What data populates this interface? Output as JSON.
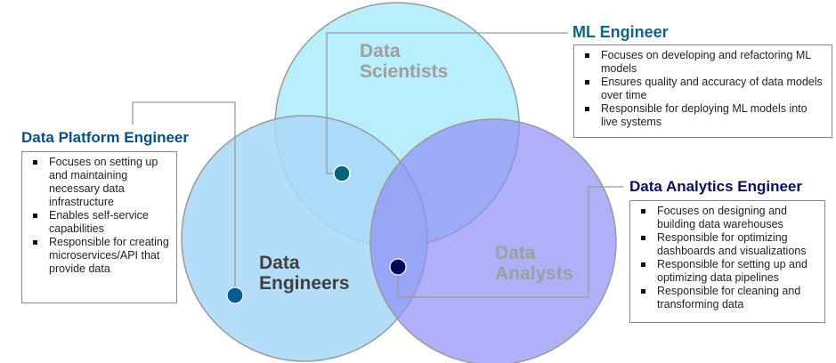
{
  "colors": {
    "data_scientists_fill": "#b9eefc",
    "data_engineers_fill": "#a8d8f8",
    "data_analysts_fill": "#a6a6f8",
    "circle_stroke": "#9a9a9a",
    "ml_title": "#0e6580",
    "dpe_title": "#0a4f85",
    "dae_title": "#0b0f5e",
    "dot_ml": "#056276",
    "dot_dpe": "#0a5a96",
    "dot_dae": "#050654",
    "label_grey": "#9e9e9e",
    "label_dark": "#404040",
    "connector": "#9a9a9a"
  },
  "circles": {
    "data_scientists": {
      "line1": "Data",
      "line2": "Scientists"
    },
    "data_engineers": {
      "line1": "Data",
      "line2": "Engineers"
    },
    "data_analysts": {
      "line1": "Data",
      "line2": "Analysts"
    }
  },
  "roles": {
    "ml_engineer": {
      "title": "ML Engineer",
      "bullets": [
        "Focuses on developing and refactoring ML models",
        "Ensures quality and accuracy of data models over time",
        "Responsible for deploying ML models into live systems"
      ]
    },
    "data_platform_engineer": {
      "title": "Data Platform Engineer",
      "bullets": [
        "Focuses on setting up and maintaining necessary data infrastructure",
        "Enables self-service capabilities",
        "Responsible for creating microservices/API that provide data"
      ]
    },
    "data_analytics_engineer": {
      "title": "Data Analytics Engineer",
      "bullets": [
        "Focuses on designing and building data warehouses",
        "Responsible for optimizing dashboards and visualizations",
        "Responsible for setting up and optimizing data pipelines",
        "Responsible for cleaning and transforming data"
      ]
    }
  }
}
